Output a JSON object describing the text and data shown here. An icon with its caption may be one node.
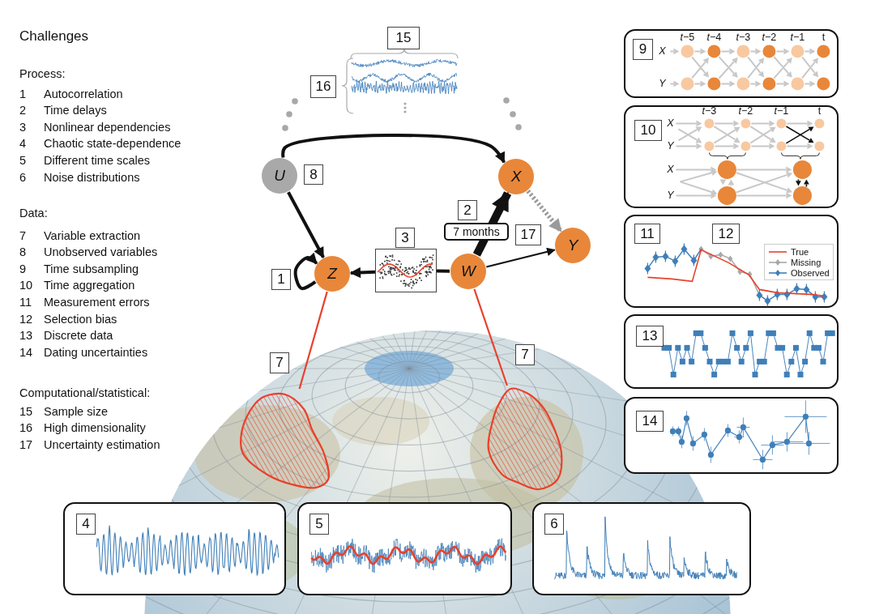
{
  "diagram": {
    "title": "Challenges",
    "nodes": [
      {
        "text": [
          "U"
        ]
      },
      {
        "text": [
          "X"
        ]
      },
      {
        "text": [
          "Z"
        ]
      },
      {
        "text": [
          "W"
        ]
      },
      {
        "text": [
          "Y"
        ]
      },
      {
        "text": [],
        "shape": "picture"
      },
      {
        "text": [],
        "shape": "region"
      },
      {
        "text": [],
        "shape": "region"
      },
      {
        "text": [
          "15"
        ]
      },
      {
        "text": [
          "16"
        ]
      },
      {
        "text": [
          "8"
        ]
      },
      {
        "text": [
          "2"
        ]
      },
      {
        "text": [
          "17"
        ]
      },
      {
        "text": [
          "3"
        ]
      },
      {
        "text": [
          "1"
        ]
      },
      {
        "text": [
          "7"
        ]
      },
      {
        "text": [
          "7"
        ]
      },
      {
        "text": [],
        "shape": "box"
      },
      {
        "text": [
          "9"
        ],
        "in": 17
      },
      {
        "text": [],
        "shape": "box"
      },
      {
        "text": [
          "10"
        ],
        "in": 19
      },
      {
        "text": [],
        "shape": "box"
      },
      {
        "text": [
          "11"
        ],
        "in": 21
      },
      {
        "text": [
          "12"
        ],
        "in": 21
      },
      {
        "text": [],
        "shape": "box"
      },
      {
        "text": [
          "13"
        ],
        "in": 24
      },
      {
        "text": [],
        "shape": "box"
      },
      {
        "text": [
          "14"
        ],
        "in": 26
      },
      {
        "text": [],
        "shape": "box"
      },
      {
        "text": [
          "4"
        ],
        "in": 28
      },
      {
        "text": [],
        "shape": "box"
      },
      {
        "text": [
          "5"
        ],
        "in": 30
      },
      {
        "text": [],
        "shape": "box"
      },
      {
        "text": [
          "6"
        ],
        "in": 32
      }
    ],
    "edges": [
      {
        "from": 0,
        "to": 1,
        "arrow": "to"
      },
      {
        "from": 0,
        "to": 2,
        "arrow": "to"
      },
      {
        "from": 2,
        "to": 2,
        "arrow": "to"
      },
      {
        "from": 3,
        "to": 5,
        "arrow": "none"
      },
      {
        "from": 5,
        "to": 2,
        "arrow": "to"
      },
      {
        "from": 3,
        "to": 1,
        "arrow": "to",
        "style": "thick",
        "label": "7 months"
      },
      {
        "from": 3,
        "to": 4,
        "arrow": "to"
      },
      {
        "from": 1,
        "to": 4,
        "arrow": "to",
        "style": "dashed",
        "color": "#9a9a9a"
      },
      {
        "from": 2,
        "to": 6,
        "arrow": "none",
        "color": "#e8412c"
      },
      {
        "from": 3,
        "to": 7,
        "arrow": "none",
        "color": "#e8412c"
      }
    ],
    "labels": [
      "Process:",
      "1",
      "Autocorrelation",
      "2",
      "Time delays",
      "3",
      "Nonlinear dependencies",
      "4",
      "Chaotic state-dependence",
      "5",
      "Different time scales",
      "6",
      "Noise distributions",
      "Data:",
      "7",
      "Variable extraction",
      "8",
      "Unobserved variables",
      "9",
      "Time subsampling",
      "10",
      "Time aggregation",
      "11",
      "Measurement errors",
      "12",
      "Selection bias",
      "13",
      "Discrete data",
      "14",
      "Dating uncertainties",
      "Computational/statistical:",
      "15",
      "Sample size",
      "16",
      "High dimensionality",
      "17",
      "Uncertainty estimation",
      "*t*−5",
      "*t*−4",
      "*t*−3",
      "*t*−2",
      "*t*−1",
      "t",
      "X",
      "Y",
      "*t*−3",
      "*t*−2",
      "*t*−1",
      "t",
      "X",
      "Y",
      "X",
      "Y"
    ],
    "legend": [
      {
        "text": "True"
      },
      {
        "text": "Missing"
      },
      {
        "text": "Observed"
      }
    ]
  }
}
